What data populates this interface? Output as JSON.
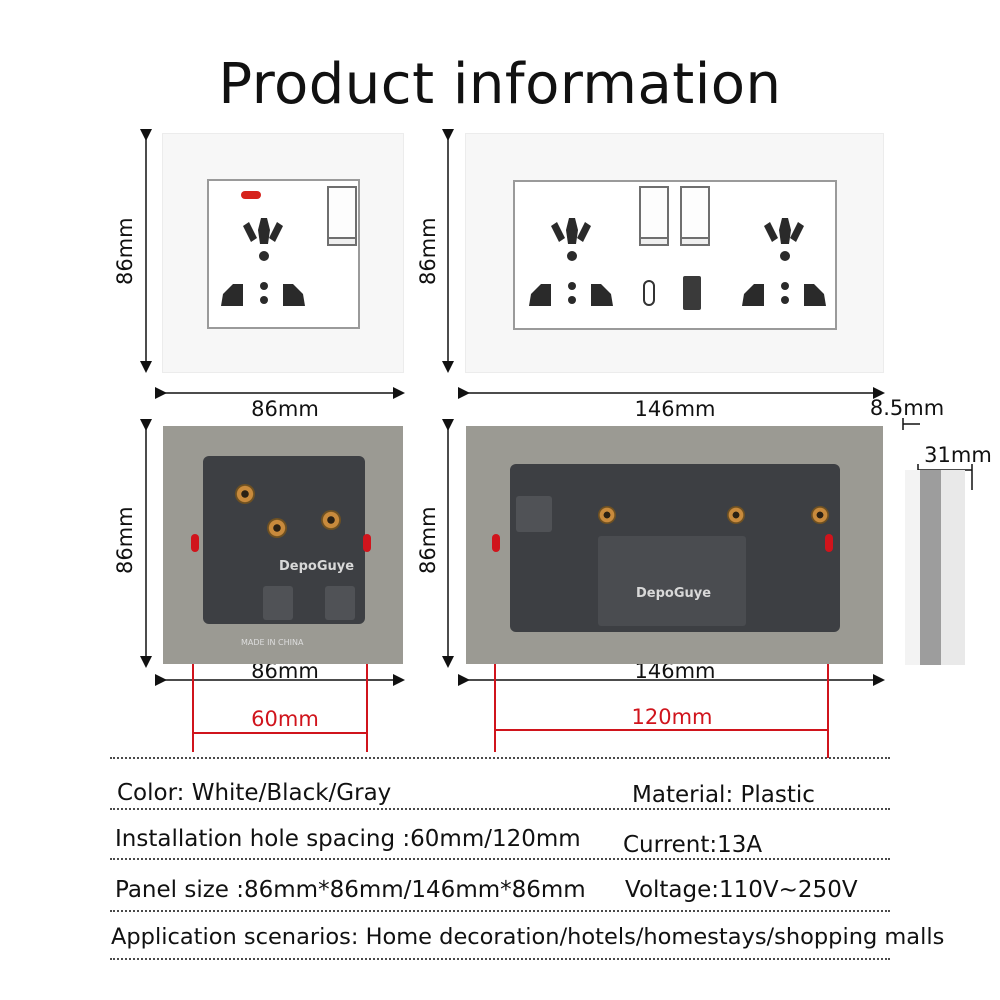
{
  "title": "Product information",
  "dimensions": {
    "left_front_height": "86mm",
    "left_front_width": "86mm",
    "right_front_height": "86mm",
    "right_front_width": "146mm",
    "depth_plate": "8.5mm",
    "depth_body": "31mm",
    "left_back_height": "86mm",
    "left_back_width": "86mm",
    "right_back_height": "86mm",
    "right_back_width": "146mm",
    "hole_spacing_single": "60mm",
    "hole_spacing_double": "120mm"
  },
  "back_labels": {
    "brand_left": "DepoGuye",
    "brand_right": "DepoGuye",
    "made_in": "MADE IN CHINA"
  },
  "specs": {
    "color": "Color: White/Black/Gray",
    "material": "Material: Plastic",
    "hole_spacing": "Installation hole spacing :60mm/120mm",
    "current": "Current:13A",
    "panel_size": "Panel size :86mm*86mm/146mm*86mm",
    "voltage": "Voltage:110V~250V",
    "application": "Application scenarios: Home decoration/hotels/homestays/shopping malls"
  },
  "colors": {
    "accent_red": "#d0141c",
    "panel_white": "#f7f7f7",
    "back_gray": "#9b9a93",
    "module_dark": "#3d3f43"
  }
}
